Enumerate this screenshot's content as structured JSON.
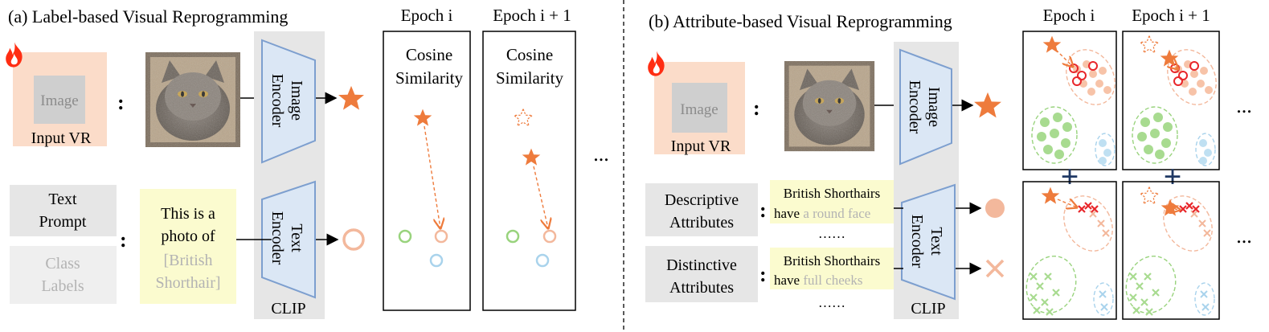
{
  "panel_a": {
    "title": "(a) Label-based Visual Reprogramming",
    "image_placeholder": "Image",
    "input_vr": "Input VR",
    "colon": ":",
    "image_encoder": [
      "Image",
      "Encoder"
    ],
    "text_encoder": [
      "Text",
      "Encoder"
    ],
    "clip": "CLIP",
    "text_prompt": [
      "Text",
      "Prompt"
    ],
    "class_labels": [
      "Class",
      "Labels"
    ],
    "prompt_lines": [
      "This is a",
      "photo of",
      "[British",
      "Shorthair]"
    ],
    "epoch_i": "Epoch i",
    "epoch_i1": "Epoch i + 1",
    "cosine": [
      "Cosine",
      "Similarity"
    ],
    "ellipsis": "..."
  },
  "panel_b": {
    "title": "(b) Attribute-based Visual Reprogramming",
    "image_placeholder": "Image",
    "input_vr": "Input VR",
    "colon": ":",
    "image_encoder": [
      "Image",
      "Encoder"
    ],
    "text_encoder": [
      "Text",
      "Encoder"
    ],
    "clip": "CLIP",
    "descriptive": [
      "Descriptive",
      "Attributes"
    ],
    "distinctive": [
      "Distinctive",
      "Attributes"
    ],
    "desc_line1": "British Shorthairs",
    "desc_have": "have",
    "desc_attr": "a round face",
    "dist_line1": "British Shorthairs",
    "dist_have": "have",
    "dist_attr": "full cheeks",
    "dots": "……",
    "epoch_i": "Epoch i",
    "epoch_i1": "Epoch i + 1",
    "plus": "+",
    "ellipsis": "..."
  },
  "colors": {
    "accent_orange": "#ee7b3c",
    "light_orange": "#f3b89c",
    "light_peach": "#fbdcc9",
    "gray_box": "#e6e6e6",
    "encoder_blue": "#dbe7f5",
    "encoder_stroke": "#7d9fcf",
    "yellow_box": "#fbfbcf",
    "green": "#99d37d",
    "light_blue": "#a9d3ec",
    "red": "#e8262b",
    "navy": "#1f3864",
    "gray_text": "#b3b3b3"
  },
  "icons": [
    "fire-icon",
    "star-icon",
    "hollow-star-icon",
    "circle-icon",
    "cross-icon",
    "cat-image"
  ]
}
